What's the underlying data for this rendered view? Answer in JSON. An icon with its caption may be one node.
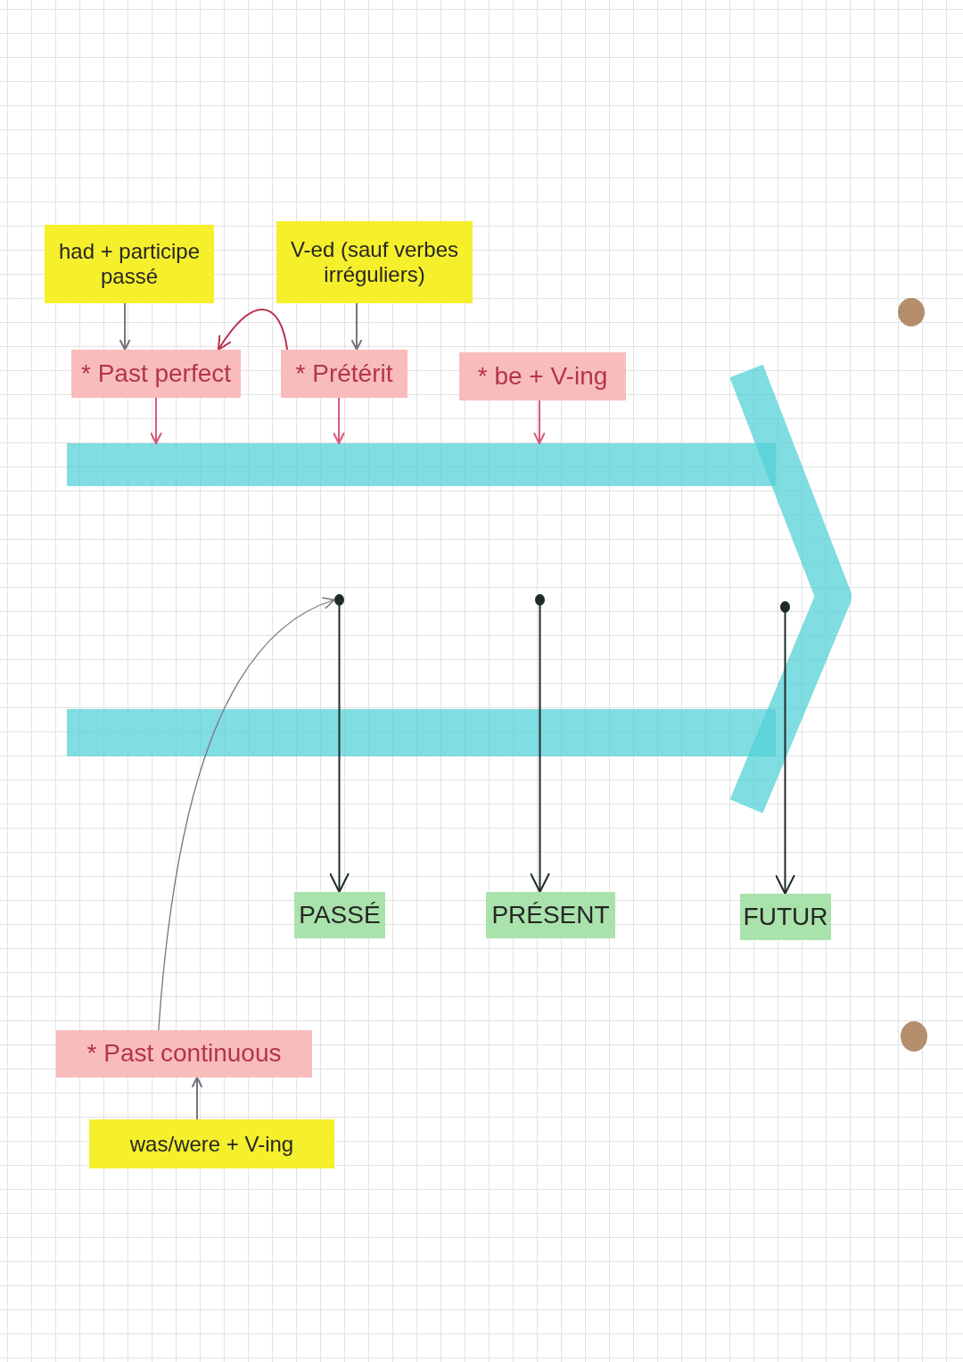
{
  "diagram": {
    "nodes": [
      {
        "text": [
          "had + participe passé"
        ]
      },
      {
        "text": [
          "V-ed (sauf verbes irréguliers)"
        ]
      },
      {
        "text": [
          "* Past perfect"
        ]
      },
      {
        "text": [
          "* Prétérit"
        ]
      },
      {
        "text": [
          "* be + V-ing"
        ]
      },
      {
        "text": [],
        "shape": "bar"
      },
      {
        "text": [],
        "shape": "circle"
      },
      {
        "text": [],
        "shape": "circle"
      },
      {
        "text": [],
        "shape": "circle"
      },
      {
        "text": [
          "PASSÉ"
        ]
      },
      {
        "text": [
          "PRÉSENT"
        ]
      },
      {
        "text": [
          "FUTUR"
        ]
      },
      {
        "text": [
          "* Past continuous"
        ]
      },
      {
        "text": [
          "was/were + V-ing"
        ]
      }
    ],
    "edges": [
      {
        "from": 0,
        "to": 2,
        "arrow": "to"
      },
      {
        "from": 1,
        "to": 3,
        "arrow": "to"
      },
      {
        "from": 3,
        "to": 2,
        "arrow": "to",
        "color": "#b8324e"
      },
      {
        "from": 2,
        "to": 5,
        "arrow": "to",
        "color": "#d9587a"
      },
      {
        "from": 3,
        "to": 5,
        "arrow": "to",
        "color": "#d9587a"
      },
      {
        "from": 4,
        "to": 5,
        "arrow": "to",
        "color": "#d9587a"
      },
      {
        "from": 6,
        "to": 9,
        "arrow": "to",
        "color": "#1f2b2b"
      },
      {
        "from": 7,
        "to": 10,
        "arrow": "to",
        "color": "#1f2b2b"
      },
      {
        "from": 8,
        "to": 11,
        "arrow": "to",
        "color": "#1f2b2b"
      },
      {
        "from": 12,
        "to": 6,
        "arrow": "to"
      },
      {
        "from": 13,
        "to": 12,
        "arrow": "to"
      }
    ]
  }
}
